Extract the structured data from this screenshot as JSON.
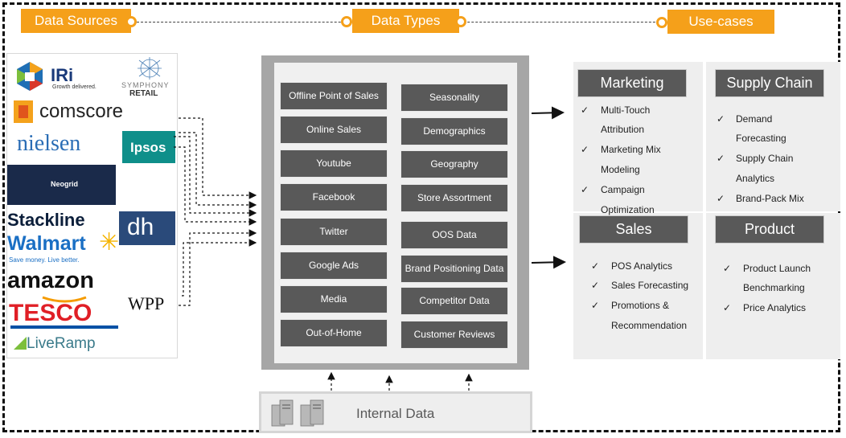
{
  "header": {
    "data_sources": "Data Sources",
    "data_types": "Data Types",
    "use_cases": "Use-cases"
  },
  "logos": {
    "iri": "IRi",
    "iri_tag": "Growth delivered.",
    "symphony": "SYMPHONY",
    "symphony_retail": "RETAIL",
    "comscore": "comscore",
    "nielsen": "nielsen",
    "ipsos": "Ipsos",
    "neogrid": "Neogrid",
    "stackline": "Stackline",
    "walmart": "Walmart",
    "walmart_tag": "Save money. Live better.",
    "dh": "dh",
    "amazon": "amazon",
    "tesco": "TESCO",
    "wpp": "WPP",
    "liveramp": "LiveRamp"
  },
  "data_types": {
    "left": [
      "Offline Point of Sales",
      "Online Sales",
      "Youtube",
      "Facebook",
      "Twitter",
      "Google Ads",
      "Media",
      "Out-of-Home"
    ],
    "right": [
      "Seasonality",
      "Demographics",
      "Geography",
      "Store Assortment",
      "OOS Data",
      "Brand Positioning Data",
      "Competitor  Data",
      "Customer Reviews"
    ]
  },
  "use_cases": {
    "marketing": {
      "title": "Marketing",
      "items": [
        "Multi-Touch",
        "Attribution",
        "Marketing Mix",
        "Modeling",
        "Campaign",
        "Optimization"
      ]
    },
    "supply_chain": {
      "title": "Supply Chain",
      "items": [
        "Demand",
        "Forecasting",
        "Supply Chain",
        "Analytics",
        "Brand-Pack Mix"
      ]
    },
    "sales": {
      "title": "Sales",
      "items": [
        "POS Analytics",
        "Sales Forecasting",
        "Promotions  &",
        "Recommendation"
      ]
    },
    "product": {
      "title": "Product",
      "items": [
        "Product  Launch",
        "Benchmarking",
        "Price Analytics"
      ]
    }
  },
  "check": "✓",
  "internal": {
    "label": "Internal Data"
  },
  "colors": {
    "accent": "#f5a01a",
    "box": "#595959",
    "panel": "#a6a6a6"
  }
}
